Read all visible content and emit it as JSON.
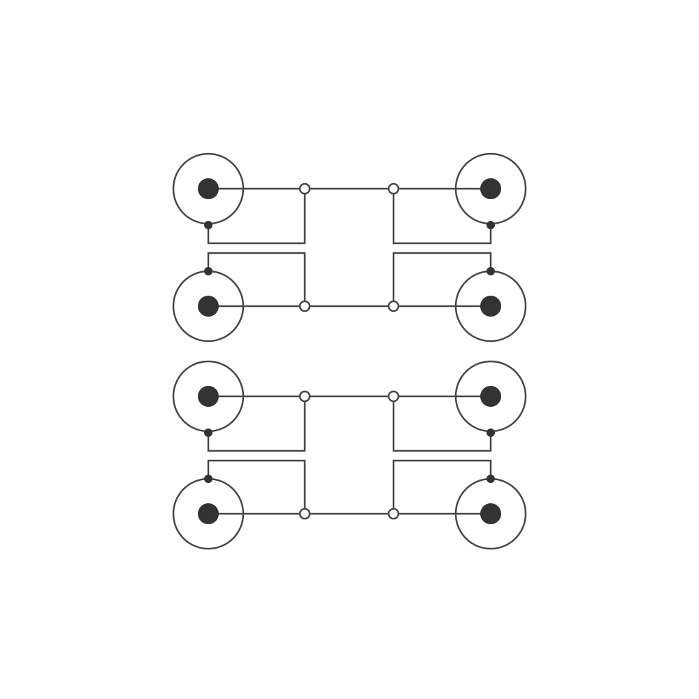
{
  "diagram": {
    "type": "wiring-diagram",
    "connector_pairs": 2,
    "connectors_per_side": 4,
    "colors": {
      "stroke": "#474747",
      "fill": "#333333",
      "background": "#ffffff"
    }
  }
}
